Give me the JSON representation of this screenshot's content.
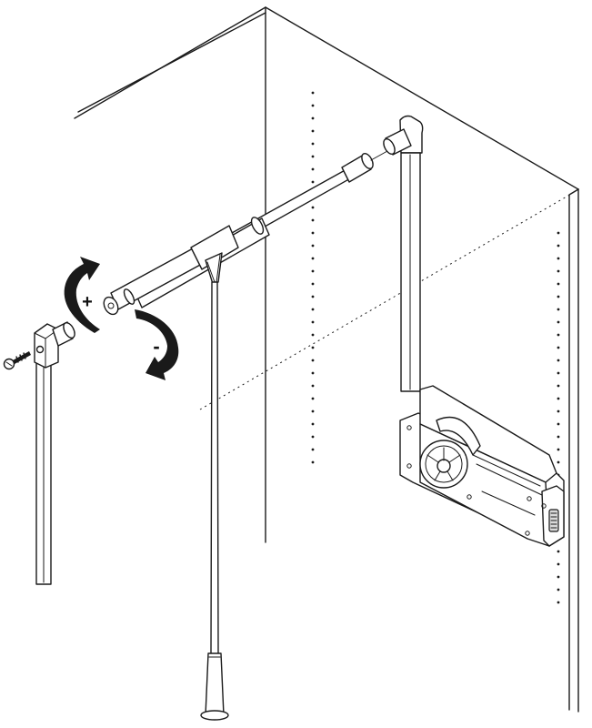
{
  "diagram": {
    "kind": "assembly-illustration",
    "symbols": {
      "plus": "+",
      "minus": "-"
    },
    "colors": {
      "line": "#1a1a1a",
      "background": "#ffffff",
      "shade": "#d9d9d9"
    },
    "icons": {
      "plus_rotation": "curved-arrow-counterclockwise",
      "minus_rotation": "curved-arrow-clockwise"
    }
  }
}
